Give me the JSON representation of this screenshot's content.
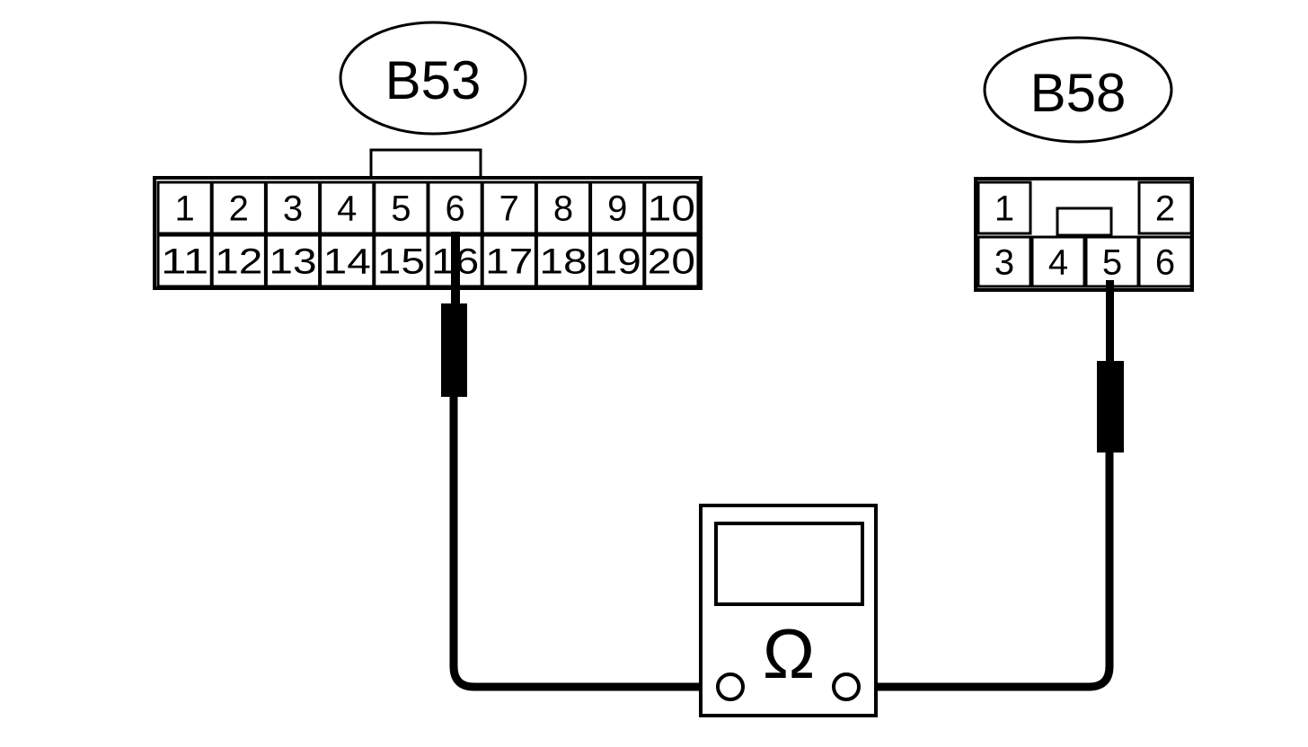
{
  "connectors": {
    "b53": {
      "label": "B53",
      "row1": [
        "1",
        "2",
        "3",
        "4",
        "5",
        "6",
        "7",
        "8",
        "9",
        "10"
      ],
      "row2": [
        "11",
        "12",
        "13",
        "14",
        "15",
        "16",
        "17",
        "18",
        "19",
        "20"
      ]
    },
    "b58": {
      "label": "B58",
      "row1": [
        "1",
        "2"
      ],
      "row2": [
        "3",
        "4",
        "5",
        "6"
      ]
    }
  },
  "meter": {
    "symbol": "Ω"
  },
  "probes": {
    "left": {
      "connector": "B53",
      "pin": "6"
    },
    "right": {
      "connector": "B58",
      "pin": "5"
    }
  },
  "colors": {
    "ink": "#000000",
    "paper": "#ffffff"
  }
}
